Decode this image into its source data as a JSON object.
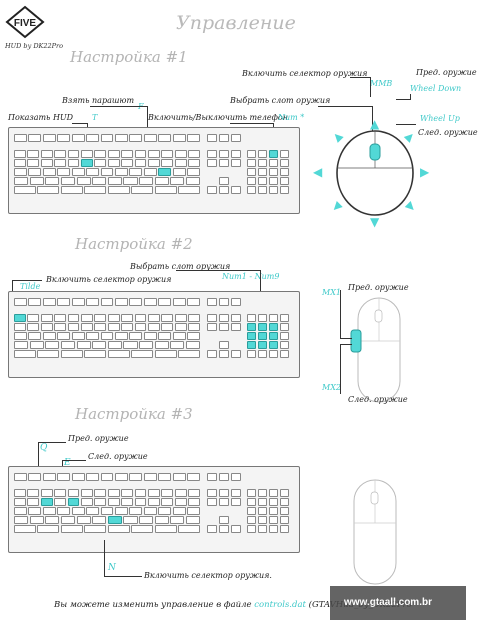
{
  "logo": {
    "text": "FIVE",
    "credit": "HUD by DK22Pro"
  },
  "title": "Управление",
  "section1": {
    "title": "Настройка #1",
    "labels": {
      "parachute": "Взять парашют",
      "parachute_key": "F",
      "hud": "Показать HUD",
      "hud_key": "T",
      "phone": "Включить/Выключить телефон",
      "phone_key": "Num *",
      "weapon_selector": "Включить селектор оружия",
      "weapon_selector_key": "MMB",
      "weapon_slot": "Выбрать слот оружия",
      "prev_weapon": "Пред. оружие",
      "wheel_down": "Wheel Down",
      "wheel_up": "Wheel Up",
      "next_weapon": "След. оружие"
    }
  },
  "section2": {
    "title": "Настройка #2",
    "labels": {
      "tilde": "Tilde",
      "weapon_selector": "Включить селектор оружия",
      "weapon_slot": "Выбрать слот оружия",
      "num_keys": "Num1 - Num9",
      "mx1": "MX1",
      "prev_weapon": "Пред. оружие",
      "mx2": "MX2",
      "next_weapon": "След. оружие"
    }
  },
  "section3": {
    "title": "Настройка #3",
    "labels": {
      "q": "Q",
      "prev_weapon": "Пред. оружие",
      "e": "E",
      "next_weapon": "След. оружие",
      "n": "N",
      "weapon_selector": "Включить селектор оружия."
    }
  },
  "footer": {
    "text": "Вы можете изменить управление в файле",
    "file": "controls.dat",
    "path": "(GTAVHud_by_DK22Pro",
    "watermark": "www.gtaall.com.br"
  },
  "colors": {
    "accent": "#52d8d6",
    "text": "#222222",
    "title": "#b9b9b9"
  }
}
